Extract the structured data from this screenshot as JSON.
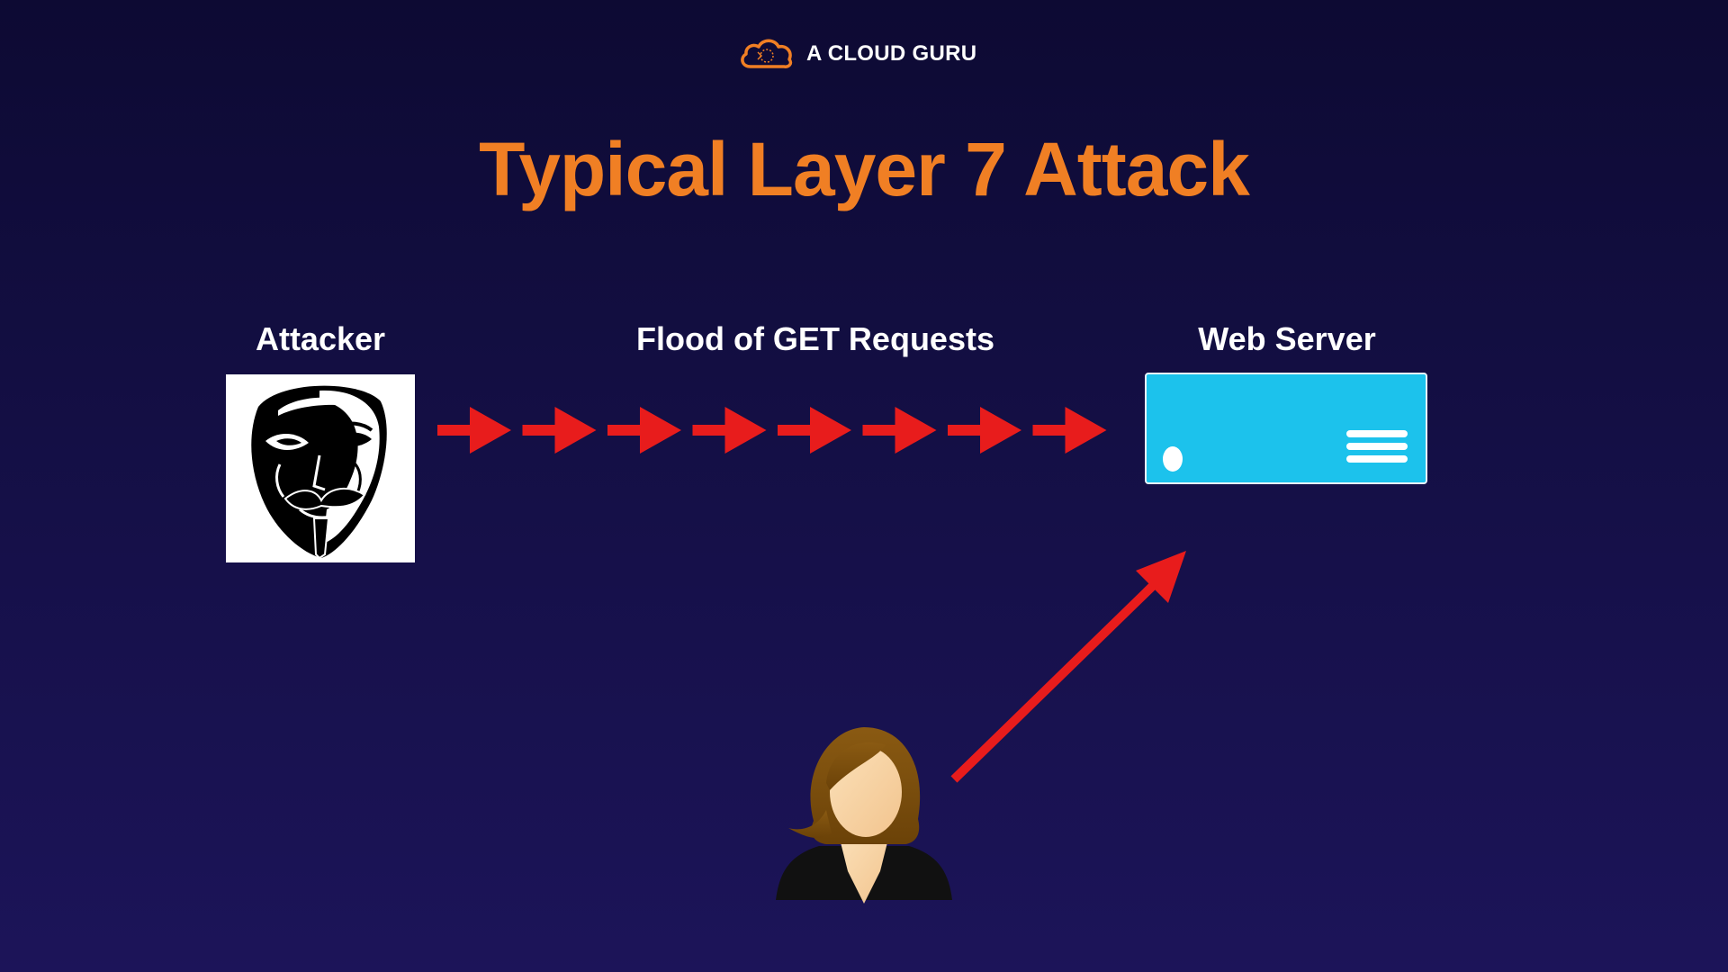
{
  "brand": {
    "name": "A CLOUD GURU",
    "logo_icon": "cloud-logo-icon",
    "logo_color": "#f07f24"
  },
  "title": "Typical Layer 7 Attack",
  "colors": {
    "background_top": "#0d0a33",
    "background_bottom": "#1c1459",
    "title": "#f07f24",
    "arrow": "#e81c1c",
    "server": "#1cc2ec"
  },
  "diagram": {
    "attacker": {
      "label": "Attacker",
      "icon": "guy-fawkes-mask-icon"
    },
    "flood": {
      "label": "Flood of GET Requests",
      "arrow_count": 8,
      "icon": "arrow-right-icon"
    },
    "server": {
      "label": "Web Server",
      "icon": "server-icon"
    },
    "user": {
      "icon": "user-avatar-icon"
    }
  }
}
